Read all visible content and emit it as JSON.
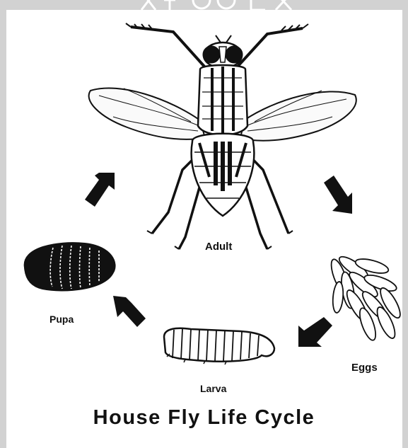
{
  "diagram": {
    "title": "House Fly Life Cycle",
    "stages": {
      "adult": "Adult",
      "eggs": "Eggs",
      "larva": "Larva",
      "pupa": "Pupa"
    }
  },
  "colors": {
    "background": "#d2d2d2",
    "panel": "#ffffff",
    "ink": "#111111"
  }
}
